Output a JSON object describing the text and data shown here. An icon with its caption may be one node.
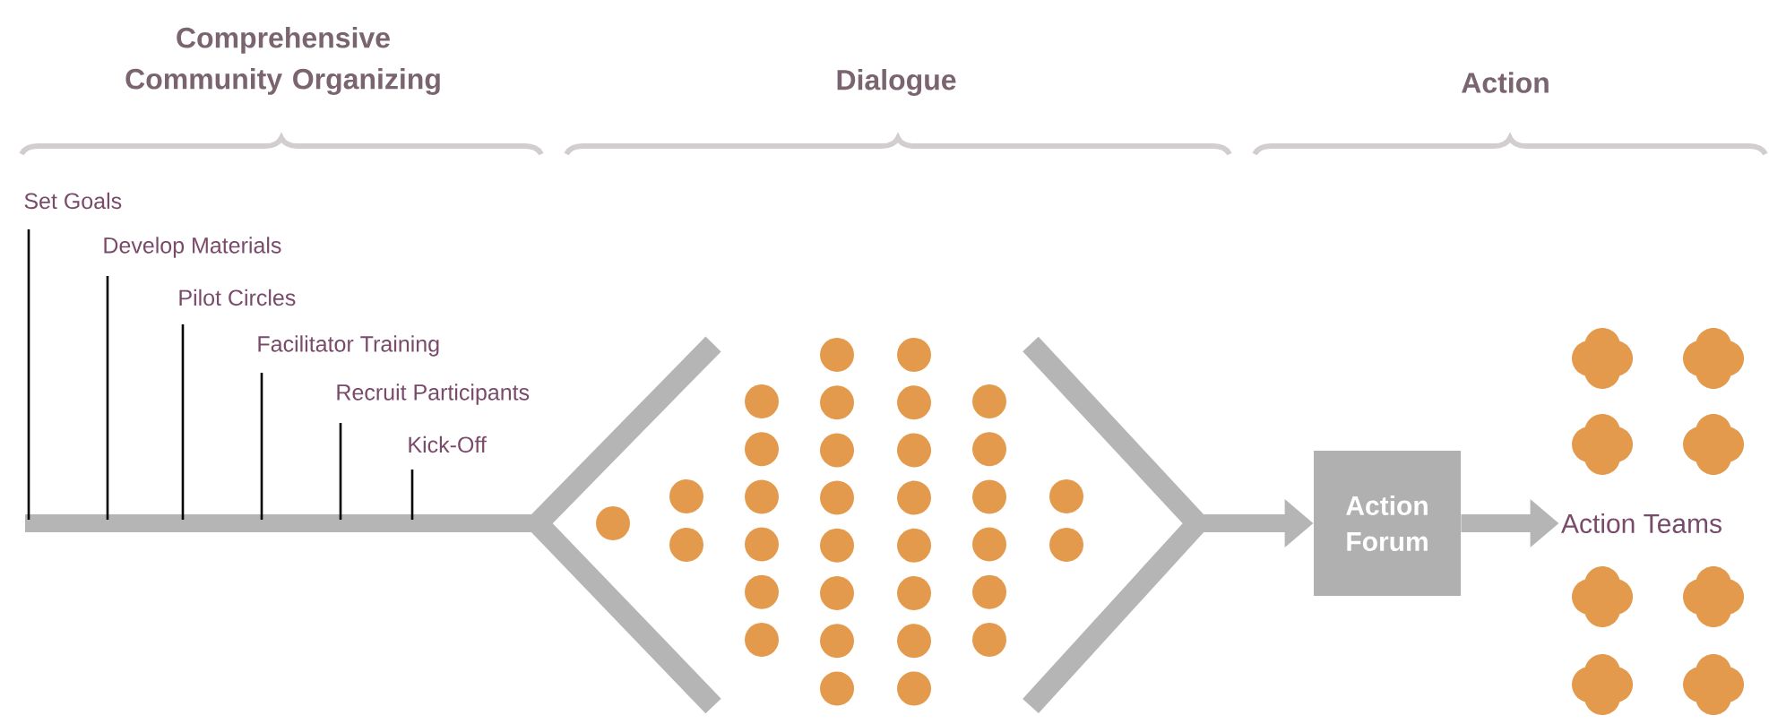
{
  "diagram": {
    "nodes": [
      {
        "text": [
          "Action Forum"
        ]
      },
      {
        "text": [
          "Action Teams"
        ]
      }
    ],
    "edges": [
      {
        "from": null,
        "to": 0,
        "arrow": "to"
      },
      {
        "from": 0,
        "to": 1,
        "arrow": "to"
      }
    ],
    "labels": [
      "Comprehensive Community Organizing",
      "Dialogue",
      "Action",
      "Set Goals",
      "Develop Materials",
      "Pilot Circles",
      "Facilitator Training",
      "Recruit Participants",
      "Kick-Off"
    ]
  }
}
